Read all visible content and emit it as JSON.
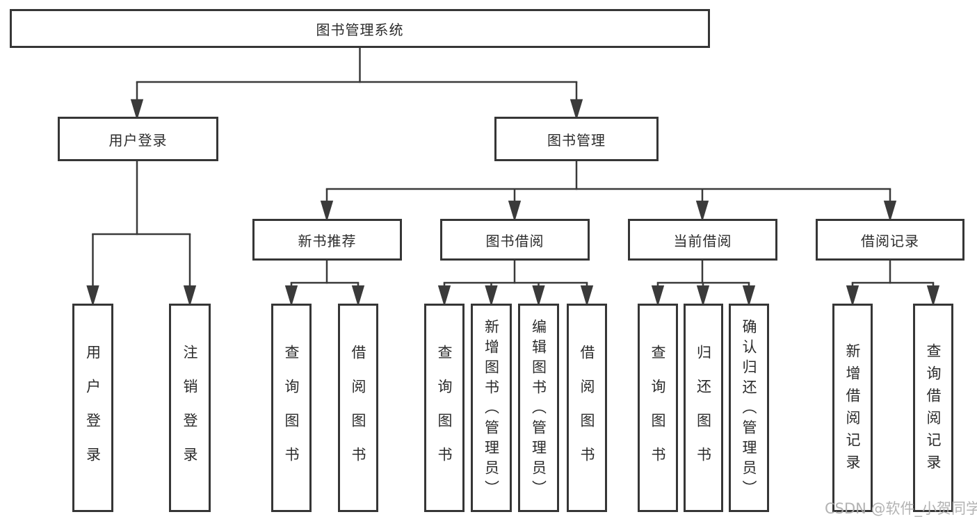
{
  "diagram": {
    "tree": {
      "root": {
        "label": "图书管理系统",
        "children": [
          {
            "label": "用户登录",
            "children": [
              {
                "label": "用户登录"
              },
              {
                "label": "注销登录"
              }
            ]
          },
          {
            "label": "图书管理",
            "children": [
              {
                "label": "新书推荐",
                "children": [
                  {
                    "label": "查询图书"
                  },
                  {
                    "label": "借阅图书"
                  }
                ]
              },
              {
                "label": "图书借阅",
                "children": [
                  {
                    "label": "查询图书"
                  },
                  {
                    "label": "新增图书（管理员）"
                  },
                  {
                    "label": "编辑图书（管理员）"
                  },
                  {
                    "label": "借阅图书"
                  }
                ]
              },
              {
                "label": "当前借阅",
                "children": [
                  {
                    "label": "查询图书"
                  },
                  {
                    "label": "归还图书"
                  },
                  {
                    "label": "确认归还（管理员）"
                  }
                ]
              },
              {
                "label": "借阅记录",
                "children": [
                  {
                    "label": "新增借阅记录"
                  },
                  {
                    "label": "查询借阅记录"
                  }
                ]
              }
            ]
          }
        ]
      }
    }
  },
  "watermark": {
    "text": "CSDN @软件_小贺同学"
  },
  "colors": {
    "line": "#3a3a3a",
    "box_border": "#363636",
    "text": "#2b2b2b",
    "watermark": "#ababab",
    "background": "#ffffff"
  }
}
